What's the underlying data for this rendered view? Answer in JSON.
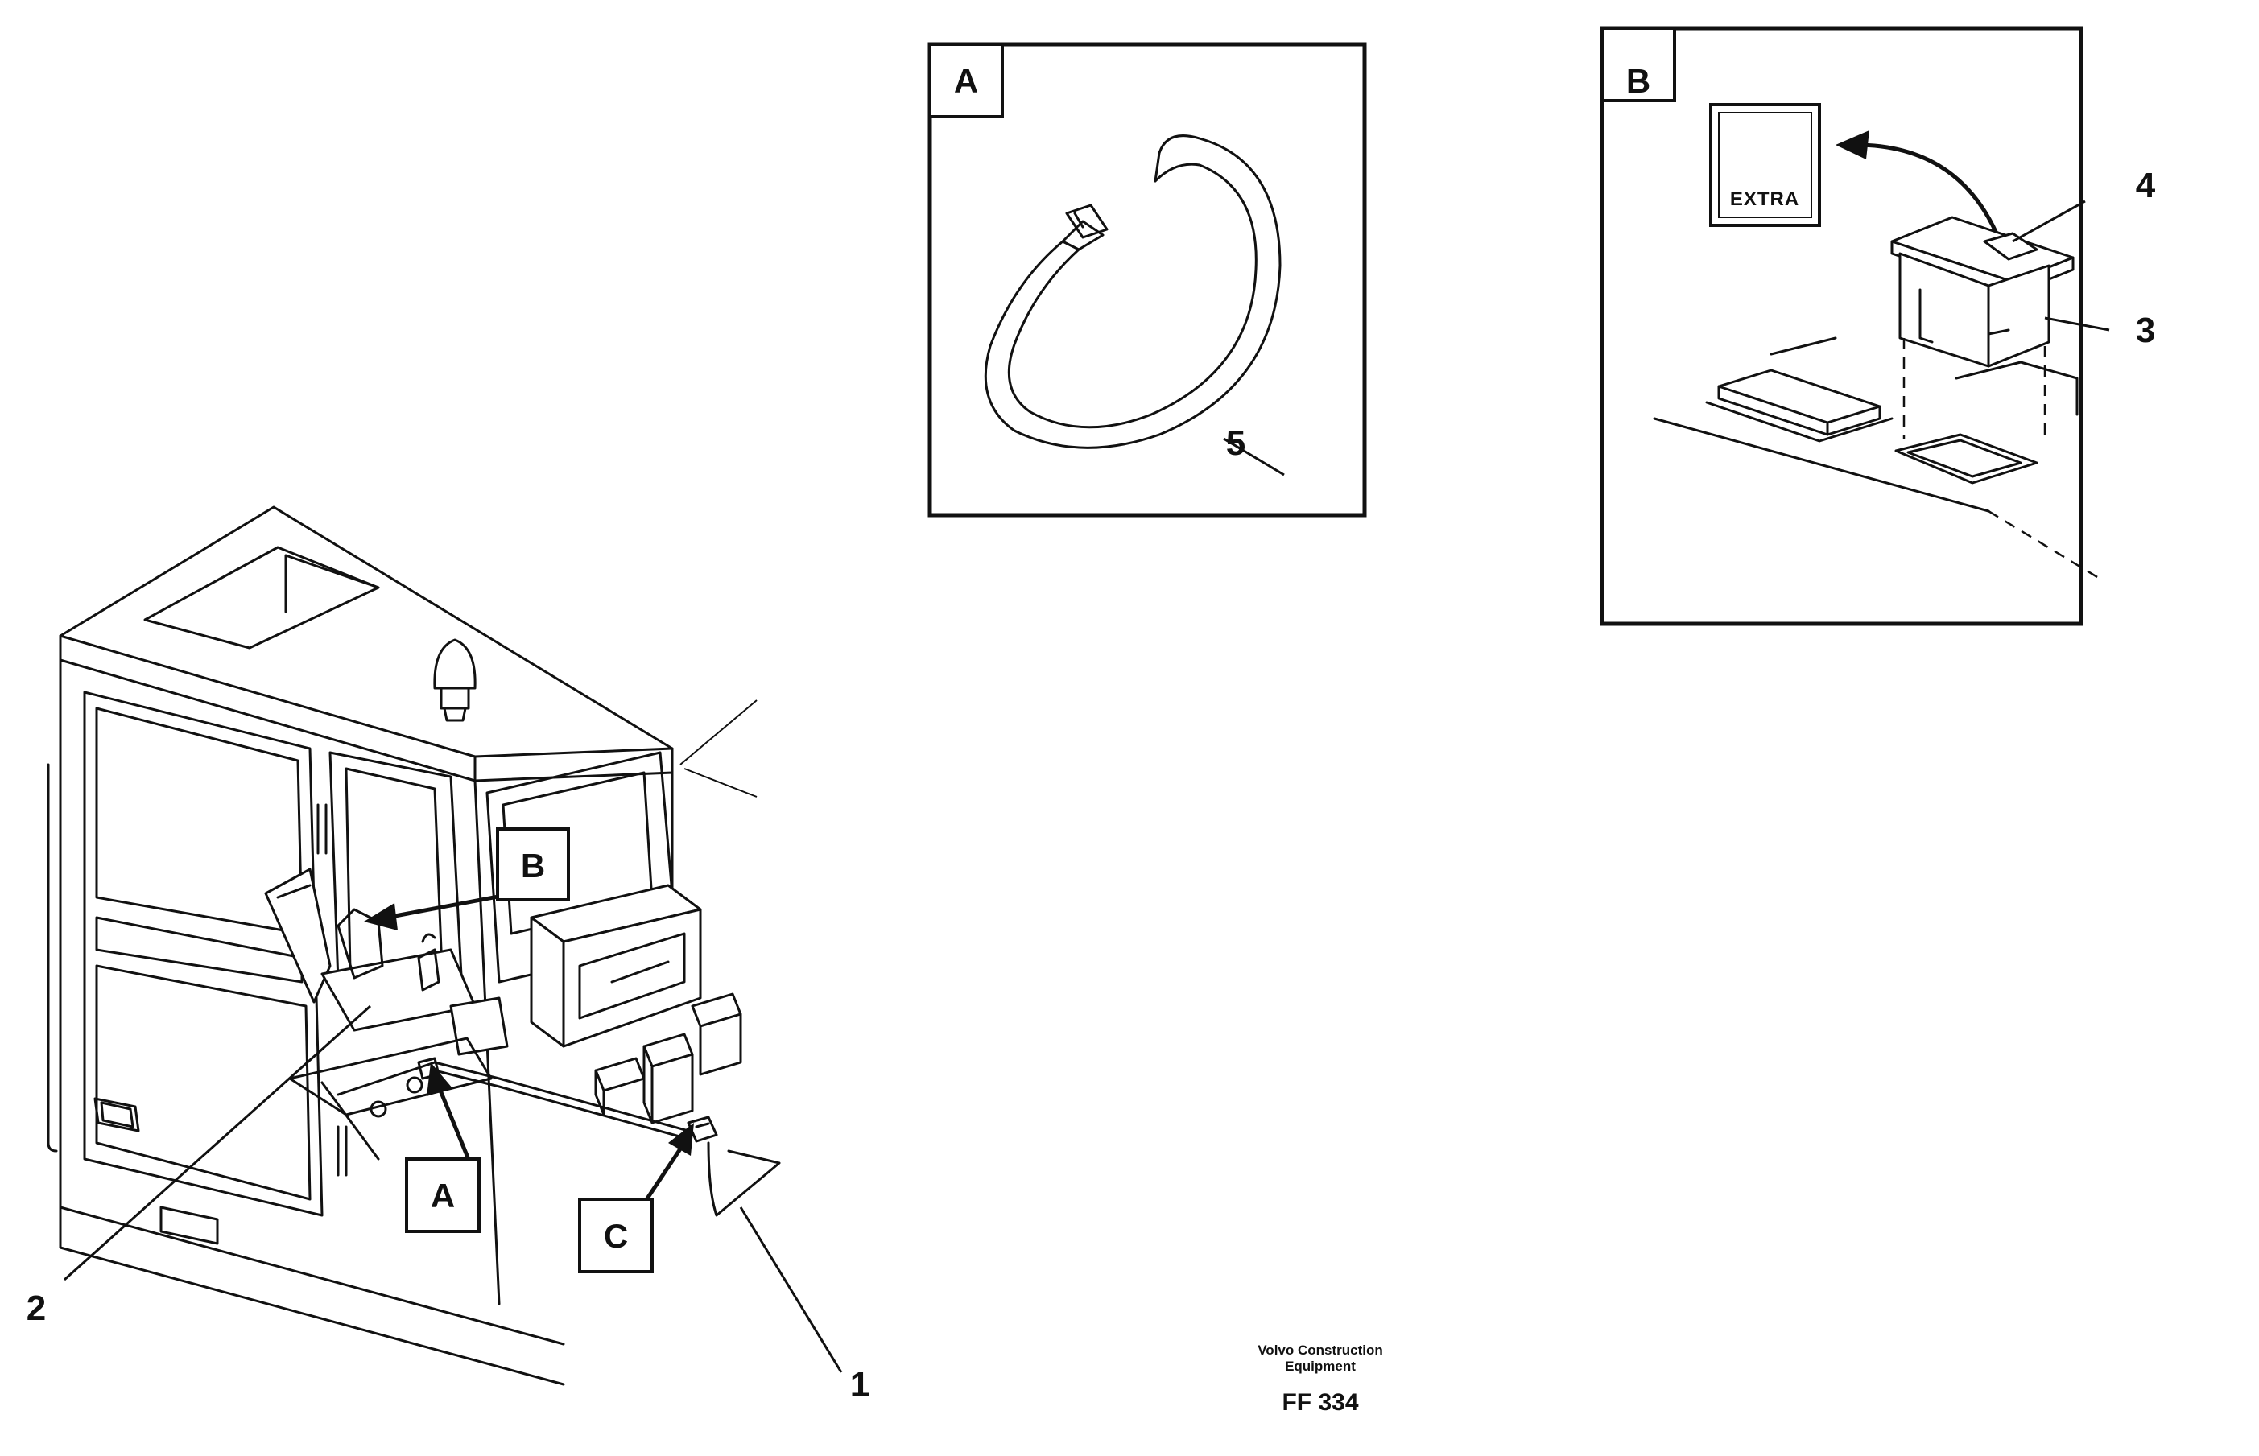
{
  "callouts": {
    "n1": "1",
    "n2": "2",
    "n3": "3",
    "n4": "4",
    "n5": "5"
  },
  "detail_boxes": {
    "a": "A",
    "b": "B",
    "c": "C"
  },
  "switch_label": "EXTRA",
  "footer": {
    "line1": "Volvo Construction",
    "line2": "Equipment",
    "code": "FF 334"
  }
}
